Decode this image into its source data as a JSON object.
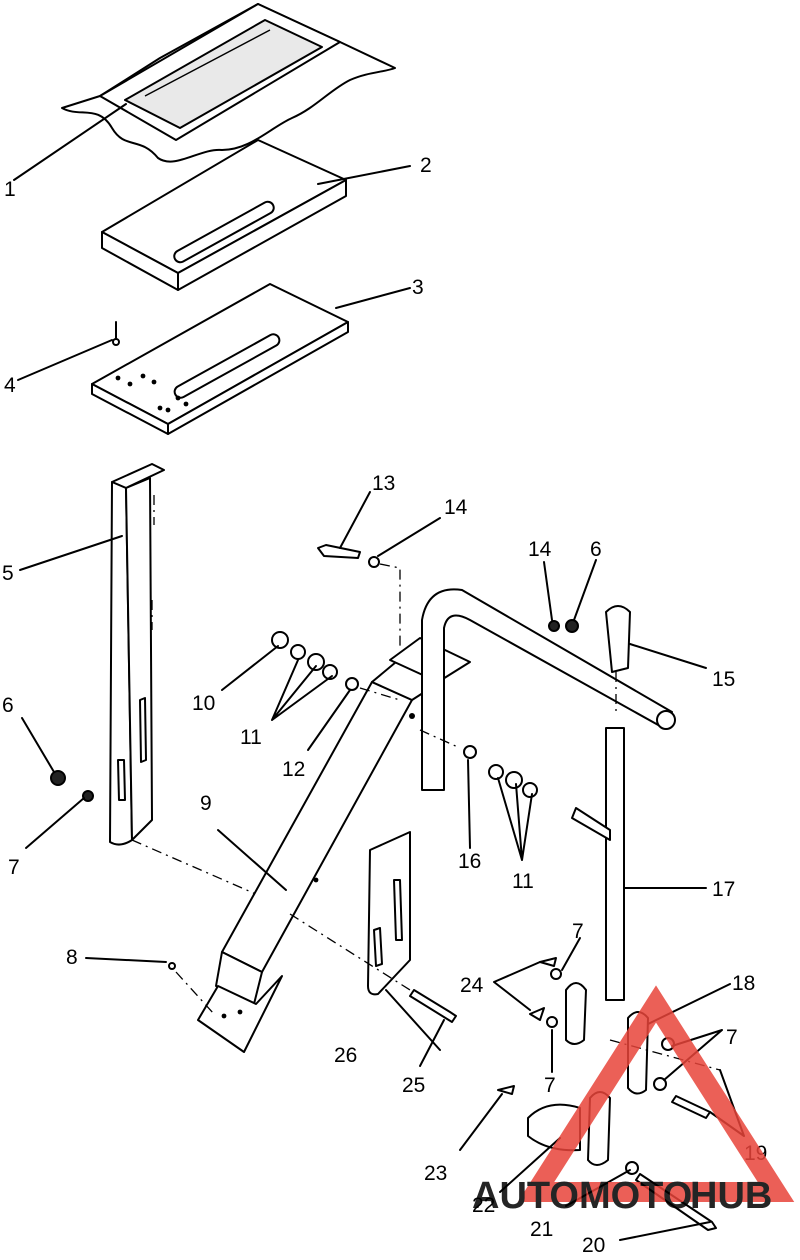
{
  "callouts": [
    "1",
    "2",
    "3",
    "4",
    "5",
    "6",
    "7",
    "8",
    "9",
    "10",
    "11",
    "12",
    "13",
    "14",
    "15",
    "16",
    "17",
    "18",
    "19",
    "20",
    "21",
    "22",
    "23",
    "24",
    "25",
    "26"
  ],
  "watermark": {
    "part1": "AUTOMOTO",
    "part2": "HUB",
    "color1": "#f2a33a",
    "color2": "#7d7d7d",
    "triangle_color": "#e8443a"
  }
}
